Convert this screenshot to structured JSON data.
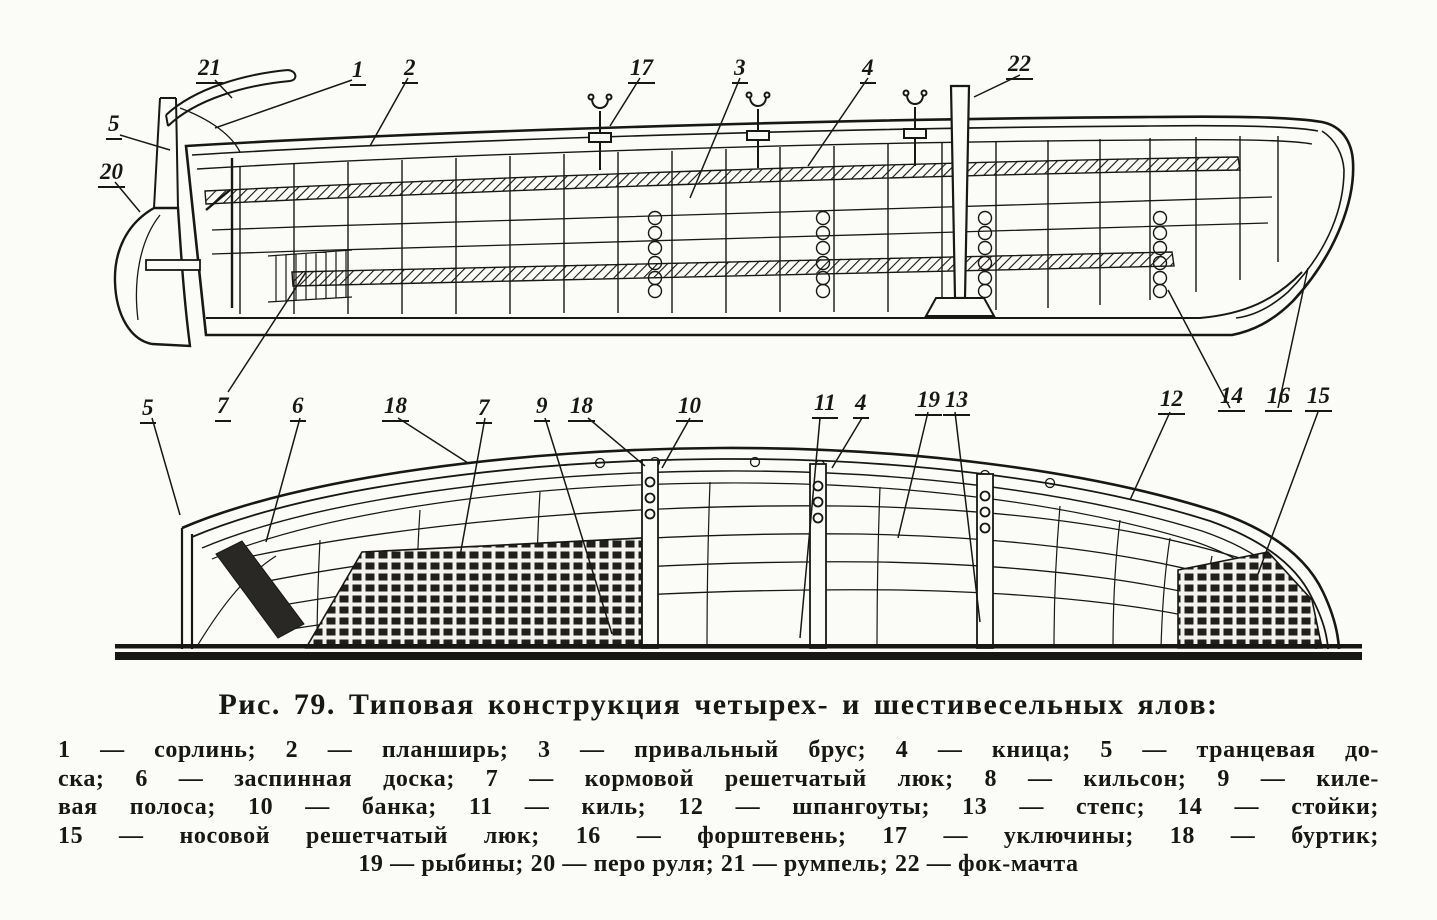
{
  "figure": {
    "caption": "Рис. 79. Типовая конструкция четырех- и шестивесельных ялов:",
    "legend_lines": [
      "1 — сорлинь; 2 — планширь; 3 — привальный брус; 4 — кница; 5 — транцевая до-",
      "ска; 6 — заспинная доска; 7 — кормовой решетчатый люк; 8 — кильсон; 9 — киле-",
      "вая полоса; 10 — банка; 11 — киль; 12 — шпангоуты; 13 — степс; 14 — стойки;",
      "15 — носовой решетчатый люк; 16 — форштевень; 17 — уключины; 18 — буртик;",
      "19 — рыбины; 20 — перо руля; 21 — румпель; 22 — фок-мачта"
    ],
    "legend_items": [
      {
        "num": "1",
        "term": "сорлинь"
      },
      {
        "num": "2",
        "term": "планширь"
      },
      {
        "num": "3",
        "term": "привальный брус"
      },
      {
        "num": "4",
        "term": "кница"
      },
      {
        "num": "5",
        "term": "транцевая доска"
      },
      {
        "num": "6",
        "term": "заспинная доска"
      },
      {
        "num": "7",
        "term": "кормовой решетчатый люк"
      },
      {
        "num": "8",
        "term": "кильсон"
      },
      {
        "num": "9",
        "term": "килевая полоса"
      },
      {
        "num": "10",
        "term": "банка"
      },
      {
        "num": "11",
        "term": "киль"
      },
      {
        "num": "12",
        "term": "шпангоуты"
      },
      {
        "num": "13",
        "term": "степс"
      },
      {
        "num": "14",
        "term": "стойки"
      },
      {
        "num": "15",
        "term": "носовой решетчатый люк"
      },
      {
        "num": "16",
        "term": "форштевень"
      },
      {
        "num": "17",
        "term": "уключины"
      },
      {
        "num": "18",
        "term": "буртик"
      },
      {
        "num": "19",
        "term": "рыбины"
      },
      {
        "num": "20",
        "term": "перо руля"
      },
      {
        "num": "21",
        "term": "румпель"
      },
      {
        "num": "22",
        "term": "фок-мачта"
      }
    ],
    "callouts": [
      "21",
      "1",
      "2",
      "17",
      "3",
      "4",
      "22",
      "5",
      "20",
      "5",
      "7",
      "6",
      "18",
      "7",
      "9",
      "18",
      "10",
      "11",
      "4",
      "19",
      "13",
      "12",
      "14",
      "16",
      "15"
    ]
  },
  "colors": {
    "ink": "#181714",
    "paper": "#fbfbf7"
  }
}
